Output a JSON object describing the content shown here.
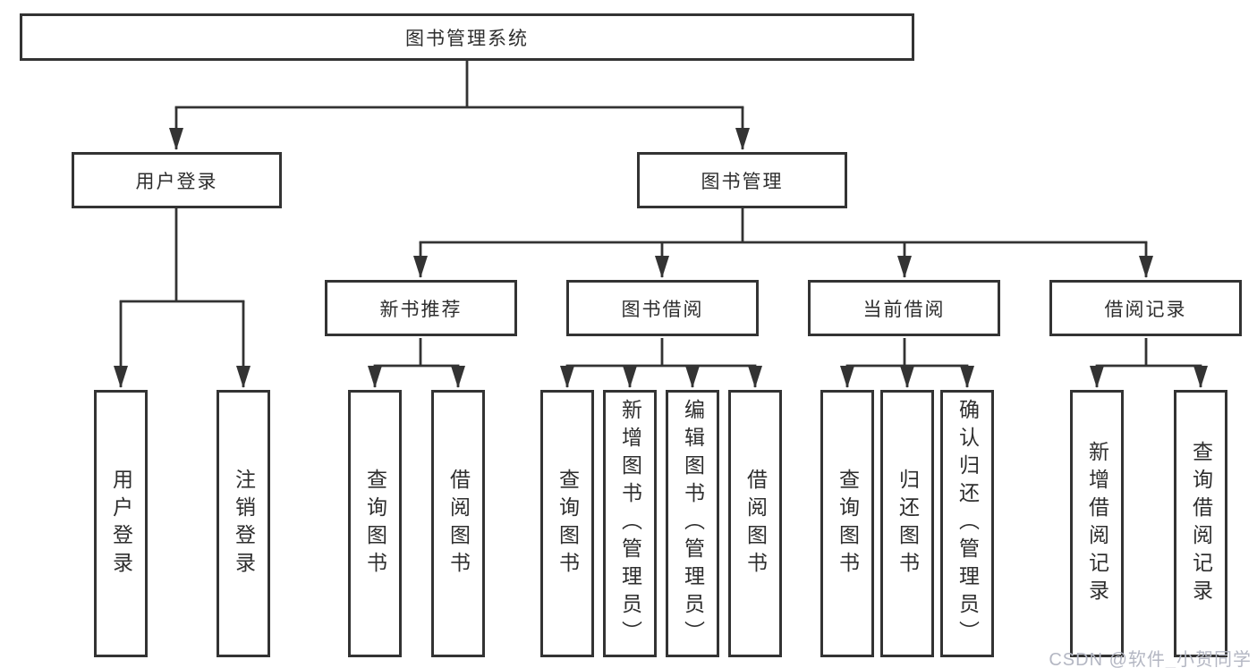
{
  "root": {
    "label": "图书管理系统"
  },
  "branches": [
    {
      "label": "用户登录",
      "leaves": [
        {
          "label": "用户登录"
        },
        {
          "label": "注销登录"
        }
      ]
    },
    {
      "label": "图书管理",
      "groups": [
        {
          "label": "新书推荐",
          "leaves": [
            {
              "label": "查询图书"
            },
            {
              "label": "借阅图书"
            }
          ]
        },
        {
          "label": "图书借阅",
          "leaves": [
            {
              "label": "查询图书"
            },
            {
              "label": "新增图书（管理员）"
            },
            {
              "label": "编辑图书（管理员）"
            },
            {
              "label": "借阅图书"
            }
          ]
        },
        {
          "label": "当前借阅",
          "leaves": [
            {
              "label": "查询图书"
            },
            {
              "label": "归还图书"
            },
            {
              "label": "确认归还（管理员）"
            }
          ]
        },
        {
          "label": "借阅记录",
          "leaves": [
            {
              "label": "新增借阅记录"
            },
            {
              "label": "查询借阅记录"
            }
          ]
        }
      ]
    }
  ],
  "watermark": "CSDN @软件_小贺同学",
  "colors": {
    "line": "#333333",
    "box_border": "#333333",
    "box_background": "#ffffff",
    "text": "#2e2e2e",
    "watermark": "#b4b7c3"
  }
}
